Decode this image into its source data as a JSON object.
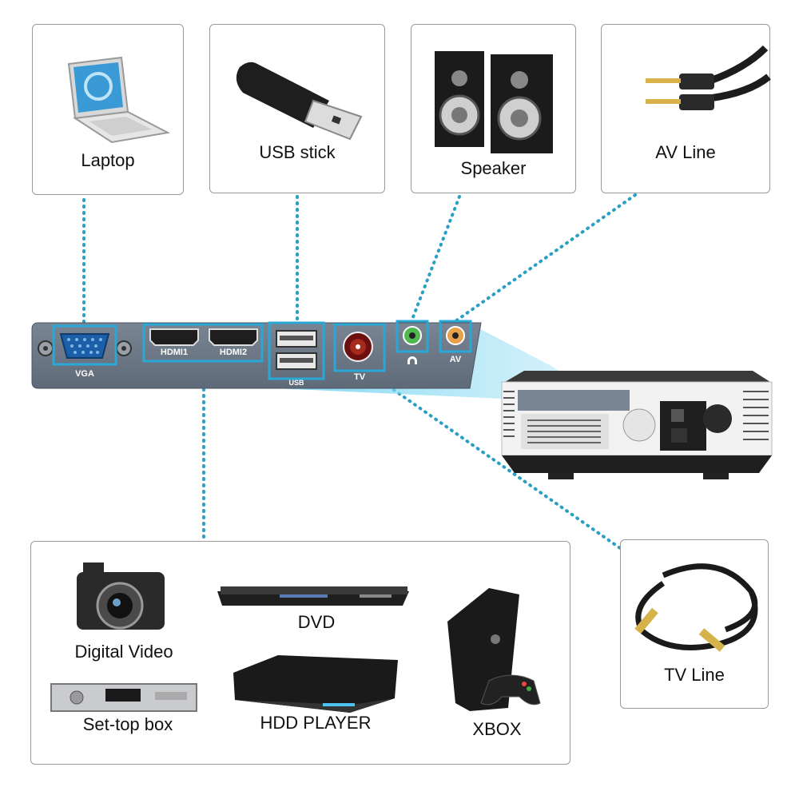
{
  "sources_top": [
    {
      "label": "Laptop",
      "icon": "laptop-icon"
    },
    {
      "label": "USB stick",
      "icon": "usb-stick-icon"
    },
    {
      "label": "Speaker",
      "icon": "speaker-icon"
    },
    {
      "label": "AV Line",
      "icon": "av-cable-icon"
    }
  ],
  "ports": {
    "vga": "VGA",
    "hdmi1": "HDMI1",
    "hdmi2": "HDMI2",
    "usb": "USB",
    "tv": "TV",
    "av": "AV"
  },
  "devices_bottom": {
    "digital_video": "Digital Video",
    "set_top_box": "Set-top box",
    "dvd": "DVD",
    "hdd_player": "HDD PLAYER",
    "xbox": "XBOX"
  },
  "tv_line": {
    "label": "TV Line",
    "icon": "coax-cable-icon"
  },
  "colors": {
    "connector_dotted": "#2a9fc4",
    "port_highlight": "#29a8d6",
    "panel": "#6d7886",
    "beam": "#7fd6ef"
  }
}
